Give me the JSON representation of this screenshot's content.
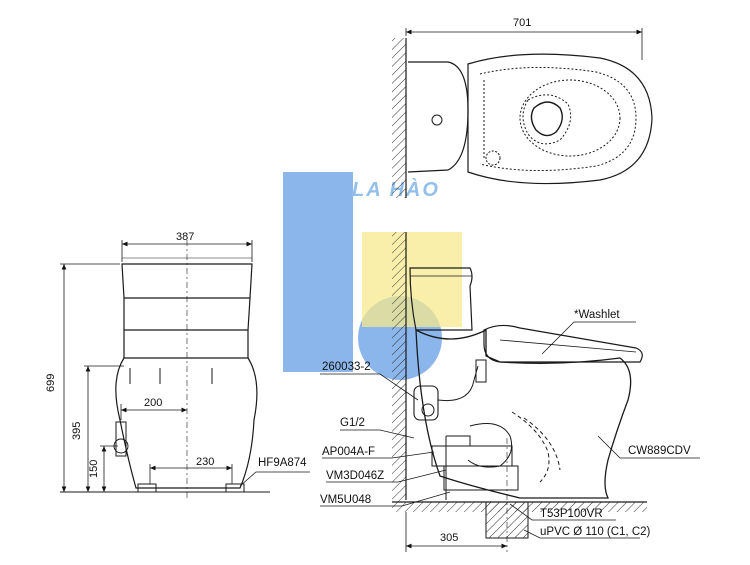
{
  "dimensions": {
    "top_width": "701",
    "front_width": "387",
    "total_height": "699",
    "inlet_height": "395",
    "outlet_height": "150",
    "inlet_offset": "200",
    "foot_spacing": "230",
    "rough_in": "305"
  },
  "parts": {
    "washlet": "*Washlet",
    "valve": "260033-2",
    "thread": "G1/2",
    "flange": "AP004A-F",
    "flush_valve": "VM3D046Z",
    "bolt_kit": "VM5U048",
    "bowl": "CW889CDV",
    "front_fitting": "HF9A874",
    "outlet_part": "T53P100VR",
    "pipe": "uPVC Ø 110 (C1, C2)"
  },
  "watermark": {
    "text": "LA HÀO",
    "colors": {
      "blue": "#3f86d8",
      "yellow": "#f5e67a"
    }
  },
  "colors": {
    "line": "#1a1a1a",
    "hatch": "#333333"
  }
}
